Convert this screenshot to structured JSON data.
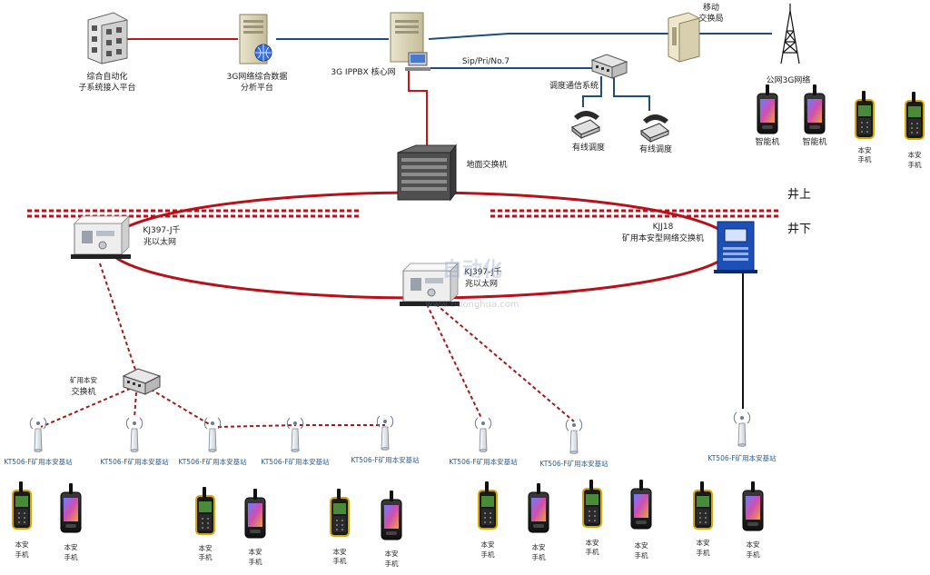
{
  "surface": {
    "top": "井上",
    "bottom": "井下"
  },
  "top_nodes": {
    "integration_platform": [
      "综合自动化",
      "子系统接入平台"
    ],
    "analysis_platform": [
      "3G网络综合数据",
      "分析平台"
    ],
    "core_net": "3G  IPPBX 核心网",
    "mobile_exchange": [
      "移动",
      "交换局"
    ],
    "public_net": "公网3G网络",
    "sip_link": "Sip/Pri/No.7",
    "dispatch_system": "调度通信系统",
    "wired_phone_1": "有线调度",
    "wired_phone_2": "有线调度",
    "ground_switch": "地面交换机"
  },
  "public_phones": [
    {
      "label": [
        "智能机"
      ]
    },
    {
      "label": [
        "智能机"
      ]
    },
    {
      "label": [
        "本安",
        "手机"
      ]
    },
    {
      "label": [
        "本安",
        "手机"
      ]
    }
  ],
  "underground": {
    "kj397_left": [
      "KJ397-J千",
      "兆以太网"
    ],
    "kj397_center": [
      "KJ397-J千",
      "兆以太网"
    ],
    "kjj18": [
      "KJJ18",
      "矿用本安型网络交换机"
    ],
    "mine_switch": [
      "矿用本安",
      "交换机"
    ]
  },
  "base_stations": [
    "KT506-F矿用本安基站",
    "KT506-F矿用本安基站",
    "KT506-F矿用本安基站",
    "KT506-F矿用本安基站",
    "KT506-F矿用本安基站",
    "KT506-F矿用本安基站",
    "KT506-F矿用本安基站",
    "KT506-F矿用本安基站"
  ],
  "handsets": [
    {
      "label": [
        "本安",
        "手机"
      ]
    },
    {
      "label": [
        "本安",
        "手机"
      ]
    },
    {
      "label": [
        "本安",
        "手机"
      ]
    },
    {
      "label": [
        "本安",
        "手机"
      ]
    },
    {
      "label": [
        "本安",
        "手机"
      ]
    },
    {
      "label": [
        "本安",
        "手机"
      ]
    },
    {
      "label": [
        "本安",
        "手机"
      ]
    },
    {
      "label": [
        "本安",
        "手机"
      ]
    },
    {
      "label": [
        "本安",
        "手机"
      ]
    },
    {
      "label": [
        "本安",
        "手机"
      ]
    },
    {
      "label": [
        "本安",
        "手机"
      ]
    },
    {
      "label": [
        "本安",
        "手机"
      ]
    }
  ],
  "watermark": [
    "自动化",
    "www.zidonghua.com"
  ],
  "colors": {
    "red_link": "#c0151b",
    "blue_link": "#1f4e7a",
    "ring": "#b5121b",
    "switch_blue": "#1d4fb8"
  }
}
